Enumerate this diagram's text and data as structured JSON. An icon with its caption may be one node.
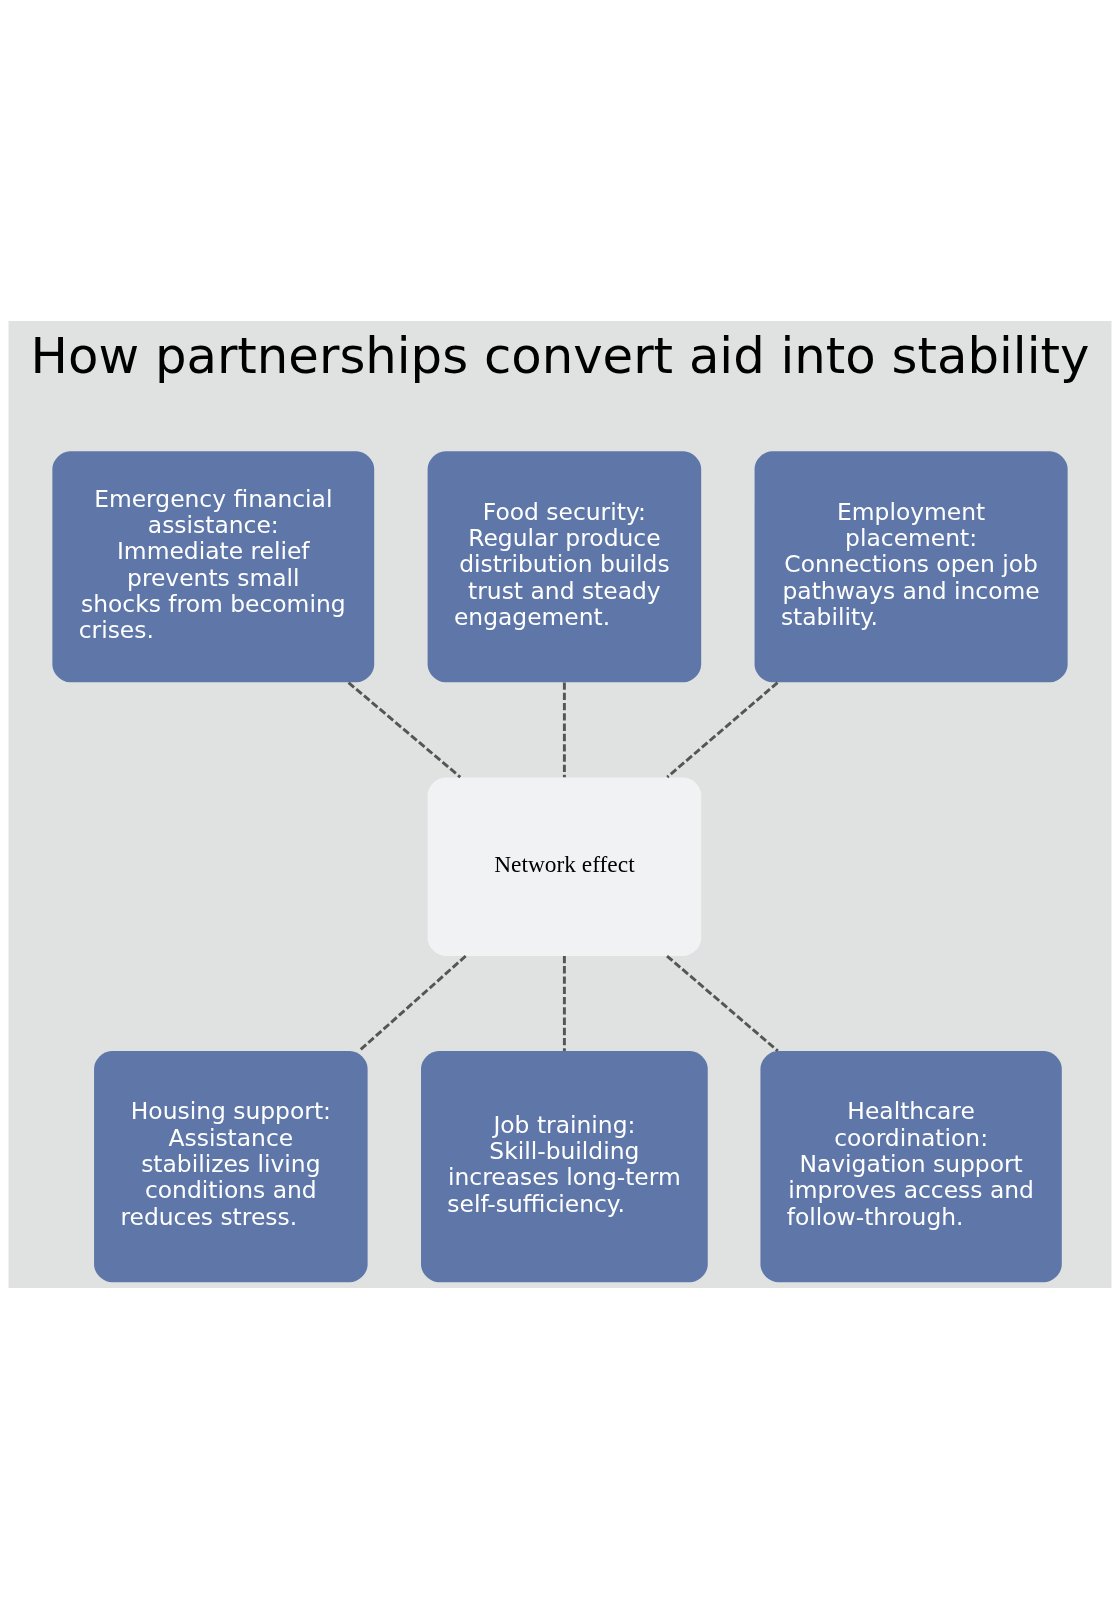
{
  "diagram": {
    "title": "How partnerships convert aid into stability",
    "nodes": [
      {
        "text": [
          "Emergency financial assistance: Immediate relief prevents small shocks from becoming crises."
        ]
      },
      {
        "text": [
          "Food security: Regular produce distribution builds trust and steady engagement."
        ]
      },
      {
        "text": [
          "Employment placement: Connections open job pathways and income stability."
        ]
      },
      {
        "text": [
          "Network effect"
        ]
      },
      {
        "text": [
          "Housing support: Assistance stabilizes living conditions and reduces stress."
        ]
      },
      {
        "text": [
          "Job training: Skill-building increases long-term self-sufficiency."
        ]
      },
      {
        "text": [
          "Healthcare coordination: Navigation support improves access and follow-through."
        ]
      }
    ],
    "edges": [
      {
        "from": 0,
        "to": 3,
        "arrow": "none",
        "style": "dashed"
      },
      {
        "from": 1,
        "to": 3,
        "arrow": "none",
        "style": "dashed"
      },
      {
        "from": 2,
        "to": 3,
        "arrow": "none",
        "style": "dashed"
      },
      {
        "from": 3,
        "to": 4,
        "arrow": "none",
        "style": "dashed"
      },
      {
        "from": 3,
        "to": 5,
        "arrow": "none",
        "style": "dashed"
      },
      {
        "from": 3,
        "to": 6,
        "arrow": "none",
        "style": "dashed"
      }
    ]
  }
}
